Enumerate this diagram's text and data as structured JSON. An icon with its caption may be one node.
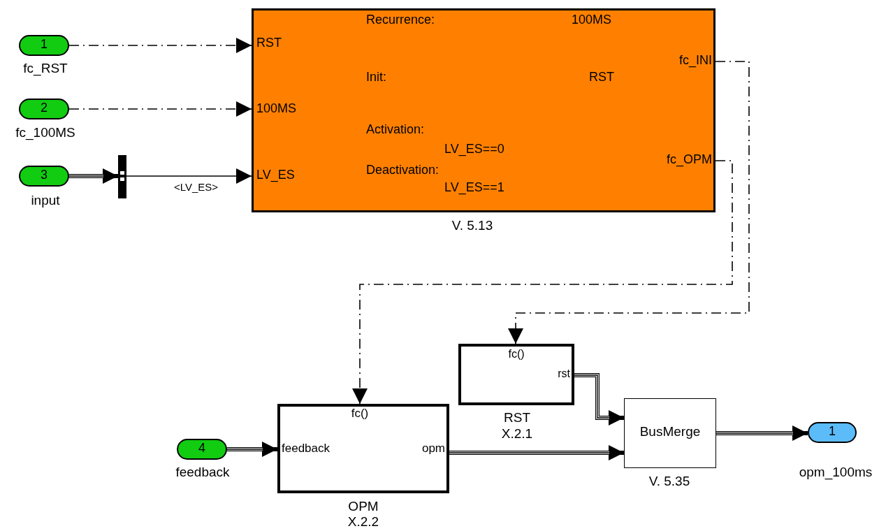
{
  "diagram": {
    "nodes": [
      {
        "text": [
          "1"
        ],
        "beside": [
          "fc_RST"
        ]
      },
      {
        "text": [
          "2"
        ],
        "beside": [
          "fc_100MS"
        ]
      },
      {
        "text": [
          "3"
        ],
        "beside": [
          "input"
        ]
      },
      {
        "text": [],
        "shape": "bar"
      },
      {
        "text": [
          "Recurrence:",
          "100MS",
          "RST",
          "fc_INI",
          "Init:",
          "RST",
          "100MS",
          "Activation:",
          "LV_ES==0",
          "fc_OPM",
          "Deactivation:",
          "LV_ES",
          "LV_ES==1"
        ],
        "beside": [
          "V. 5.13"
        ]
      },
      {
        "text": [
          "fc()",
          "rst"
        ],
        "beside": [
          "RST",
          "X.2.1"
        ]
      },
      {
        "text": [
          "4"
        ],
        "beside": [
          "feedback"
        ]
      },
      {
        "text": [
          "fc()",
          "feedback",
          "opm"
        ],
        "beside": [
          "OPM",
          "X.2.2"
        ]
      },
      {
        "text": [
          "BusMerge"
        ],
        "beside": [
          "V. 5.35"
        ]
      },
      {
        "text": [
          "1"
        ],
        "beside": [
          "opm_100ms"
        ]
      }
    ],
    "edges": [
      {
        "from": 0,
        "to": 4,
        "arrow": "to",
        "style": "dashed"
      },
      {
        "from": 1,
        "to": 4,
        "arrow": "to",
        "style": "dashed"
      },
      {
        "from": 2,
        "to": 3,
        "arrow": "to",
        "style": "thick"
      },
      {
        "from": 3,
        "to": 4,
        "arrow": "to",
        "label": "<LV_ES>"
      },
      {
        "from": 4,
        "to": 5,
        "arrow": "to",
        "style": "dashed"
      },
      {
        "from": 4,
        "to": 7,
        "arrow": "to",
        "style": "dashed"
      },
      {
        "from": 6,
        "to": 7,
        "arrow": "to",
        "style": "thick"
      },
      {
        "from": 5,
        "to": 8,
        "arrow": "to",
        "style": "thick"
      },
      {
        "from": 7,
        "to": 8,
        "arrow": "to",
        "style": "thick"
      },
      {
        "from": 8,
        "to": 9,
        "arrow": "to",
        "style": "thick"
      }
    ]
  }
}
